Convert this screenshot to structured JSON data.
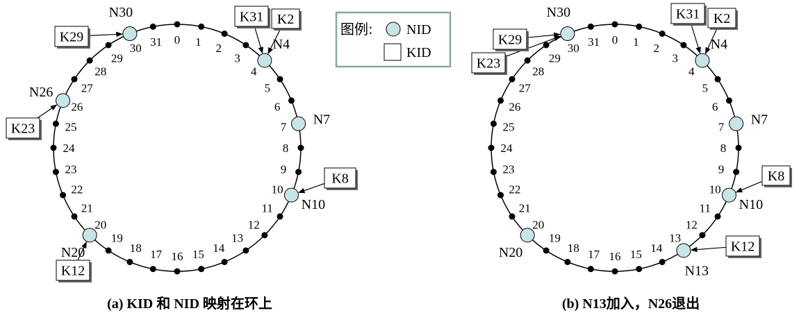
{
  "diagrams": [
    {
      "caption": "(a) KID 和 NID 映射在环上",
      "nodes": [
        4,
        7,
        10,
        20,
        26,
        30
      ],
      "keys": [
        {
          "label": "K31",
          "target": 4
        },
        {
          "label": "K2",
          "target": 4
        },
        {
          "label": "K8",
          "target": 10
        },
        {
          "label": "K12",
          "target": 20
        },
        {
          "label": "K23",
          "target": 26
        },
        {
          "label": "K29",
          "target": 30
        }
      ]
    },
    {
      "caption": "(b) N13加入，N26退出",
      "nodes": [
        4,
        7,
        10,
        13,
        20,
        30
      ],
      "keys": [
        {
          "label": "K31",
          "target": 4
        },
        {
          "label": "K2",
          "target": 4
        },
        {
          "label": "K8",
          "target": 10
        },
        {
          "label": "K12",
          "target": 13
        },
        {
          "label": "K23",
          "target": 30
        },
        {
          "label": "K29",
          "target": 30
        }
      ]
    }
  ],
  "positions": [
    "0",
    "1",
    "2",
    "3",
    "4",
    "5",
    "6",
    "7",
    "8",
    "9",
    "10",
    "11",
    "12",
    "13",
    "14",
    "15",
    "16",
    "17",
    "18",
    "19",
    "20",
    "21",
    "22",
    "23",
    "24",
    "25",
    "26",
    "27",
    "28",
    "29",
    "30",
    "31"
  ],
  "node_prefix": "N",
  "legend": {
    "title": "图例:",
    "nid_label": "NID",
    "kid_label": "KID"
  },
  "colors": {
    "node_fill": "#c8e4e6",
    "legend_border": "#8aa4aa"
  }
}
